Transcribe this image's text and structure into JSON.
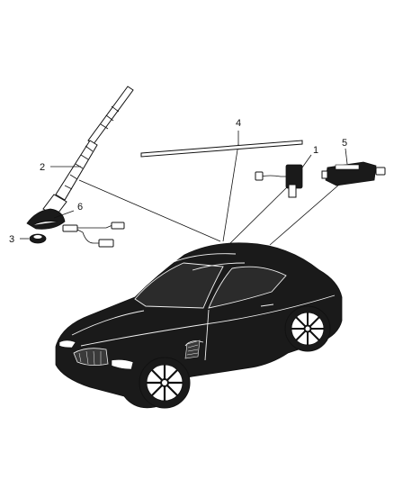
{
  "diagram": {
    "callouts": [
      {
        "id": "1",
        "label": "1",
        "part": "antenna-module"
      },
      {
        "id": "2",
        "label": "2",
        "part": "mast-antenna"
      },
      {
        "id": "3",
        "label": "3",
        "part": "grommet-nut"
      },
      {
        "id": "4",
        "label": "4",
        "part": "rear-window-antenna-strip"
      },
      {
        "id": "5",
        "label": "5",
        "part": "receiver-module"
      },
      {
        "id": "6",
        "label": "6",
        "part": "antenna-base-cable"
      }
    ],
    "colors": {
      "line": "#111111",
      "car_body": "#1a1a1a",
      "background": "#ffffff"
    }
  }
}
